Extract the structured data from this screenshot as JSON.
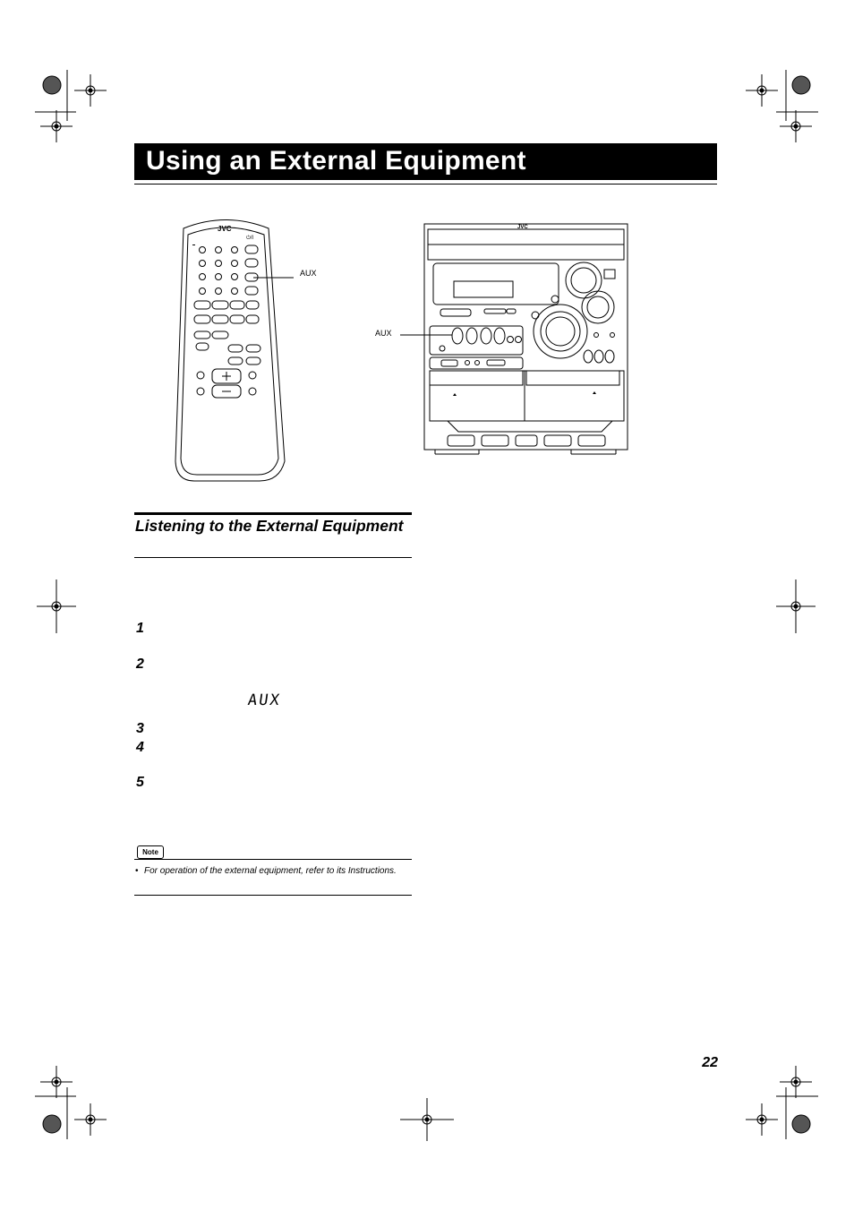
{
  "page_title": "Using an External Equipment",
  "remote": {
    "brand": "JVC",
    "power_symbol": "⏻/I",
    "aux_callout": "AUX"
  },
  "unit": {
    "brand": "JVC",
    "aux_callout": "AUX"
  },
  "section": {
    "title": "Listening to the External Equipment"
  },
  "steps": [
    {
      "number": "1"
    },
    {
      "number": "2",
      "display": "AUX"
    },
    {
      "number": "3"
    },
    {
      "number": "4"
    },
    {
      "number": "5"
    }
  ],
  "note": {
    "icon_label": "Note",
    "items": [
      "For operation of the external equipment, refer to its Instructions."
    ]
  },
  "page_number": "22"
}
